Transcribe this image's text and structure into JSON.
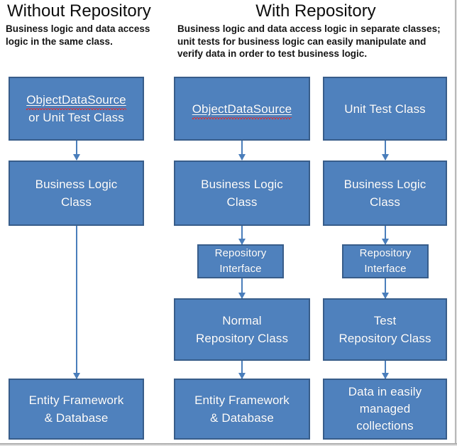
{
  "diagram": {
    "title_left": "Without Repository",
    "title_right": "With Repository",
    "subtitle_left": "Business logic and data access logic in the same class.",
    "subtitle_right": "Business logic and data access logic in separate classes; unit tests for business logic can easily manipulate and verify data in order to test business logic.",
    "colors": {
      "box_fill": "#4f81bd",
      "box_border": "#385d8a",
      "box_text": "#ffffff",
      "arrow": "#4a7ebb",
      "background": "#ffffff",
      "spellcheck_underline": "#e03030"
    },
    "columns": [
      {
        "name": "without-repository",
        "nodes": [
          {
            "id": "c1-n1",
            "line1": "ObjectDataSource",
            "line2": "or Unit Test Class",
            "spellcheck": true
          },
          {
            "id": "c1-n2",
            "line1": "Business Logic",
            "line2": "Class",
            "spellcheck": false
          },
          {
            "id": "c1-n3",
            "line1": "Entity Framework",
            "line2": "& Database",
            "spellcheck": false
          }
        ]
      },
      {
        "name": "with-repository-normal",
        "nodes": [
          {
            "id": "c2-n1",
            "line1": "ObjectDataSource",
            "line2": "",
            "spellcheck": true
          },
          {
            "id": "c2-n2",
            "line1": "Business Logic",
            "line2": "Class",
            "spellcheck": false
          },
          {
            "id": "c2-n3",
            "line1": "Repository",
            "line2": "Interface",
            "spellcheck": false
          },
          {
            "id": "c2-n4",
            "line1": "Normal",
            "line2": "Repository Class",
            "spellcheck": false
          },
          {
            "id": "c2-n5",
            "line1": "Entity Framework",
            "line2": "& Database",
            "spellcheck": false
          }
        ]
      },
      {
        "name": "with-repository-test",
        "nodes": [
          {
            "id": "c3-n1",
            "line1": "Unit Test Class",
            "line2": "",
            "spellcheck": false
          },
          {
            "id": "c3-n2",
            "line1": "Business Logic",
            "line2": "Class",
            "spellcheck": false
          },
          {
            "id": "c3-n3",
            "line1": "Repository",
            "line2": "Interface",
            "spellcheck": false
          },
          {
            "id": "c3-n4",
            "line1": "Test",
            "line2": "Repository Class",
            "spellcheck": false
          },
          {
            "id": "c3-n5",
            "line1": "Data in easily",
            "line2": "managed",
            "line3": "collections",
            "spellcheck": false
          }
        ]
      }
    ]
  }
}
